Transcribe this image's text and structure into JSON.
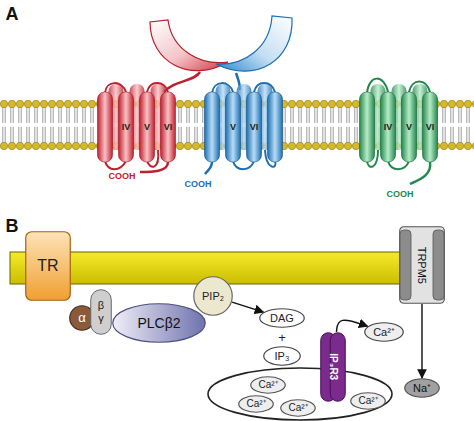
{
  "diagram": {
    "nodes": [
      {
        "text": [
          "TR"
        ]
      },
      {
        "text": [
          "α"
        ]
      },
      {
        "text": [
          "β",
          "γ"
        ]
      },
      {
        "text": [
          "PLCβ2"
        ]
      },
      {
        "text": [
          "PIP₂"
        ]
      },
      {
        "text": [
          "TRPM5"
        ]
      },
      {
        "text": [
          "DAG"
        ]
      },
      {
        "text": [
          "Ca²⁺"
        ]
      },
      {
        "text": [
          "IP₃"
        ]
      },
      {
        "text": [
          "IP₃R3"
        ]
      },
      {
        "text": [
          "Na⁺"
        ]
      },
      {
        "text": [
          "Ca²⁺"
        ]
      },
      {
        "text": [
          "Ca²⁺"
        ]
      },
      {
        "text": [
          "Ca²⁺"
        ]
      },
      {
        "text": [
          "Ca²⁺"
        ]
      }
    ],
    "edges": [
      {
        "from": 4,
        "to": 6,
        "arrow": "to"
      },
      {
        "from": 9,
        "to": 7,
        "arrow": "to"
      },
      {
        "from": 5,
        "to": 10,
        "arrow": "to"
      }
    ],
    "labels": [
      "A",
      "IV",
      "V",
      "VI",
      "V",
      "VI",
      "IV",
      "V",
      "VI",
      "COOH",
      "COOH",
      "COOH",
      "B",
      "+"
    ]
  }
}
